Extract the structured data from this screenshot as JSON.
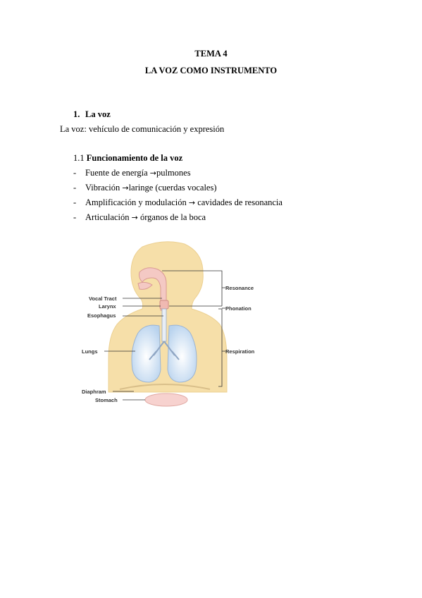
{
  "document": {
    "title_line1": "TEMA 4",
    "title_line2": "LA VOZ COMO INSTRUMENTO",
    "section": {
      "number": "1.",
      "title": "La voz"
    },
    "intro": "La voz: vehículo de comunicación y expresión",
    "subsection": {
      "number": "1.1",
      "title": "Funcionamiento de la voz"
    },
    "bullets": [
      {
        "dash": "-",
        "left": "Fuente de energía",
        "arrow": "→",
        "right": "pulmones"
      },
      {
        "dash": "-",
        "left": "Vibración",
        "arrow": "→",
        "right": "laringe (cuerdas vocales)"
      },
      {
        "dash": "-",
        "left": "Amplificación y modulación",
        "arrow": "→",
        "right": " cavidades de resonancia"
      },
      {
        "dash": "-",
        "left": "Articulación",
        "arrow": "→",
        "right": " órganos de la boca"
      }
    ]
  },
  "diagram": {
    "left_labels": [
      "Vocal Tract",
      "Larynx",
      "Esophagus",
      "Lungs",
      "Diaphram",
      "Stomach"
    ],
    "right_labels": [
      "Resonance",
      "Phonation",
      "Respiration"
    ],
    "colors": {
      "skin": "#f6dfa9",
      "lung": "#c9ddf2",
      "tract": "#f4c9c4",
      "stomach": "#f7d2cf"
    }
  }
}
